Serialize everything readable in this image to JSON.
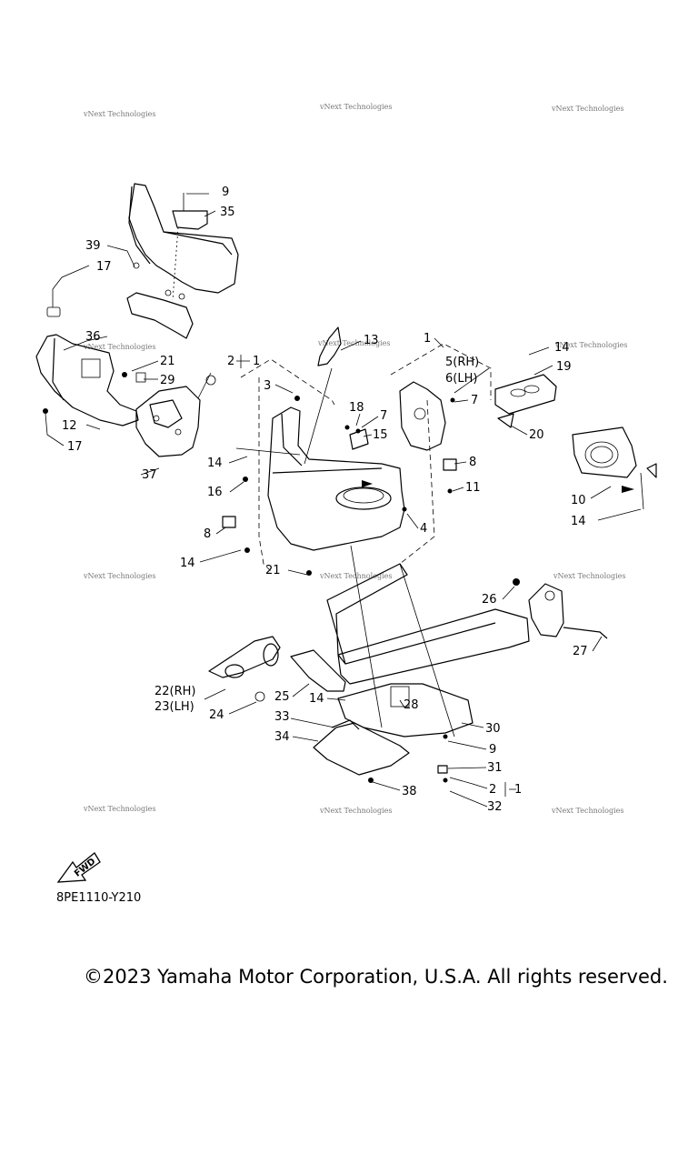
{
  "watermark": "vNext Technologies",
  "callouts": {
    "c1a": "1",
    "c1b": "1",
    "c1c": "1",
    "c2a": "2",
    "c2b": "2",
    "c3": "3",
    "c4": "4",
    "c5": "5(RH)",
    "c6": "6(LH)",
    "c7a": "7",
    "c7b": "7",
    "c8a": "8",
    "c8b": "8",
    "c9a": "9",
    "c9b": "9",
    "c10": "10",
    "c11": "11",
    "c12": "12",
    "c13": "13",
    "c14a": "14",
    "c14b": "14",
    "c14c": "14",
    "c14d": "14",
    "c14e": "14",
    "c15": "15",
    "c16": "16",
    "c17a": "17",
    "c17b": "17",
    "c18": "18",
    "c19": "19",
    "c20": "20",
    "c21a": "21",
    "c21b": "21",
    "c22": "22(RH)",
    "c23": "23(LH)",
    "c24": "24",
    "c25": "25",
    "c26": "26",
    "c27": "27",
    "c28": "28",
    "c29": "29",
    "c30": "30",
    "c31": "31",
    "c32": "32",
    "c33": "33",
    "c34": "34",
    "c35": "35",
    "c36": "36",
    "c37": "37",
    "c38": "38",
    "c39": "39"
  },
  "fwd_label": "FWD",
  "part_code": "8PE1110-Y210",
  "copyright": "©2023 Yamaha Motor Corporation, U.S.A. All rights reserved."
}
